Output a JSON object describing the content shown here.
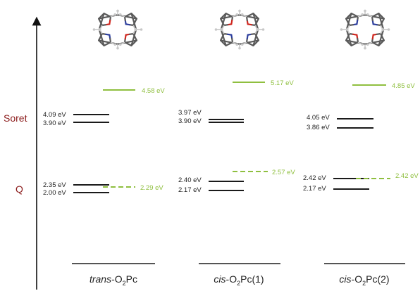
{
  "bands": {
    "soret": "Soret",
    "q": "Q"
  },
  "colors": {
    "band": "#8b1a1a",
    "level": "#1a1a1a",
    "green": "#8fbf3f",
    "baseline": "#555555",
    "carbon": "#5a5a5a",
    "hydrogen": "#c8c8c8",
    "nitrogen": "#2c3e9e",
    "oxygen": "#d0261e"
  },
  "columns": [
    {
      "name": "trans-O2Pc",
      "label": {
        "prefix": "trans",
        "mid": "-O",
        "sub": "2",
        "suffix": "Pc"
      },
      "soret_levels": [
        {
          "value": 4.09,
          "label": "4.09 eV"
        },
        {
          "value": 3.9,
          "label": "3.90 eV"
        }
      ],
      "q_levels": [
        {
          "value": 2.35,
          "label": "2.35 eV"
        },
        {
          "value": 2.0,
          "label": "2.00 eV"
        }
      ],
      "green_top": {
        "value": 4.58,
        "label": "4.58 eV"
      },
      "green_q": {
        "value": 2.29,
        "label": "2.29 eV"
      },
      "oxygen_pattern": "trans"
    },
    {
      "name": "cis-O2Pc(1)",
      "label": {
        "prefix": "cis",
        "mid": "-O",
        "sub": "2",
        "suffix": "Pc(1)"
      },
      "soret_levels": [
        {
          "value": 3.97,
          "label": "3.97 eV"
        },
        {
          "value": 3.9,
          "label": "3.90 eV"
        }
      ],
      "q_levels": [
        {
          "value": 2.4,
          "label": "2.40 eV"
        },
        {
          "value": 2.17,
          "label": "2.17 eV"
        }
      ],
      "green_top": {
        "value": 5.17,
        "label": "5.17 eV"
      },
      "green_q": {
        "value": 2.57,
        "label": "2.57 eV"
      },
      "oxygen_pattern": "cis1"
    },
    {
      "name": "cis-O2Pc(2)",
      "label": {
        "prefix": "cis",
        "mid": "-O",
        "sub": "2",
        "suffix": "Pc(2)"
      },
      "soret_levels": [
        {
          "value": 4.05,
          "label": "4.05 eV"
        },
        {
          "value": 3.86,
          "label": "3.86 eV"
        }
      ],
      "q_levels": [
        {
          "value": 2.42,
          "label": "2.42 eV"
        },
        {
          "value": 2.17,
          "label": "2.17 eV"
        }
      ],
      "green_top": {
        "value": 4.85,
        "label": "4.85 eV"
      },
      "green_q": {
        "value": 2.42,
        "label": "2.42 eV"
      },
      "oxygen_pattern": "cis2"
    }
  ]
}
